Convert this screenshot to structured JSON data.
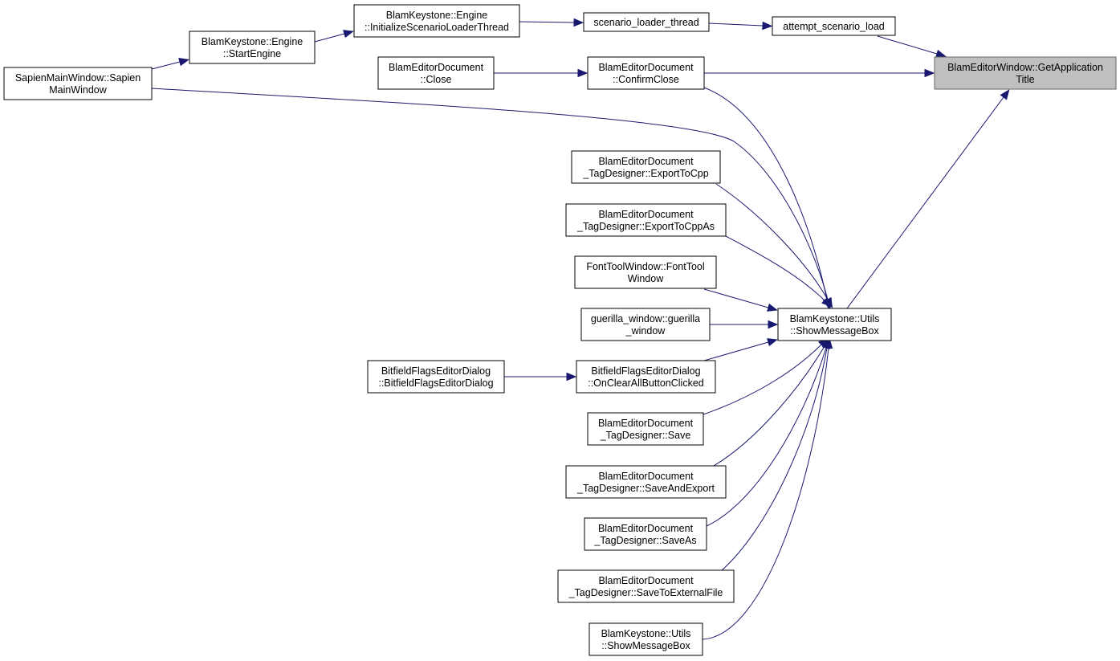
{
  "graph": {
    "colors": {
      "edge": "#191970",
      "node_border": "#000000",
      "highlight_fill": "#bfbfbf",
      "highlight_border": "#666666"
    },
    "nodes": [
      {
        "id": "getapptitle",
        "lines": [
          "BlamEditorWindow::GetApplication",
          "Title"
        ],
        "highlight": true
      },
      {
        "id": "attempt",
        "lines": [
          "attempt_scenario_load"
        ]
      },
      {
        "id": "loaderthread",
        "lines": [
          "scenario_loader_thread"
        ]
      },
      {
        "id": "initloader",
        "lines": [
          "BlamKeystone::Engine",
          "::InitializeScenarioLoaderThread"
        ]
      },
      {
        "id": "startengine",
        "lines": [
          "BlamKeystone::Engine",
          "::StartEngine"
        ]
      },
      {
        "id": "sapienmain",
        "lines": [
          "SapienMainWindow::Sapien",
          "MainWindow"
        ]
      },
      {
        "id": "docclose",
        "lines": [
          "BlamEditorDocument",
          "::Close"
        ]
      },
      {
        "id": "confirmclose",
        "lines": [
          "BlamEditorDocument",
          "::ConfirmClose"
        ]
      },
      {
        "id": "exportcpp",
        "lines": [
          "BlamEditorDocument",
          "_TagDesigner::ExportToCpp"
        ]
      },
      {
        "id": "exportcppas",
        "lines": [
          "BlamEditorDocument",
          "_TagDesigner::ExportToCppAs"
        ]
      },
      {
        "id": "fonttool",
        "lines": [
          "FontToolWindow::FontTool",
          "Window"
        ]
      },
      {
        "id": "guerilla",
        "lines": [
          "guerilla_window::guerilla",
          "_window"
        ]
      },
      {
        "id": "showmsg",
        "lines": [
          "BlamKeystone::Utils",
          "::ShowMessageBox"
        ]
      },
      {
        "id": "bitfielddlg",
        "lines": [
          "BitfieldFlagsEditorDialog",
          "::BitfieldFlagsEditorDialog"
        ]
      },
      {
        "id": "bitfieldclear",
        "lines": [
          "BitfieldFlagsEditorDialog",
          "::OnClearAllButtonClicked"
        ]
      },
      {
        "id": "save",
        "lines": [
          "BlamEditorDocument",
          "_TagDesigner::Save"
        ]
      },
      {
        "id": "saveexport",
        "lines": [
          "BlamEditorDocument",
          "_TagDesigner::SaveAndExport"
        ]
      },
      {
        "id": "saveas",
        "lines": [
          "BlamEditorDocument",
          "_TagDesigner::SaveAs"
        ]
      },
      {
        "id": "saveext",
        "lines": [
          "BlamEditorDocument",
          "_TagDesigner::SaveToExternalFile"
        ]
      },
      {
        "id": "showmsg2",
        "lines": [
          "BlamKeystone::Utils",
          "::ShowMessageBox"
        ]
      }
    ],
    "edges": [
      {
        "from": "attempt",
        "to": "getapptitle"
      },
      {
        "from": "loaderthread",
        "to": "attempt"
      },
      {
        "from": "initloader",
        "to": "loaderthread"
      },
      {
        "from": "startengine",
        "to": "initloader"
      },
      {
        "from": "sapienmain",
        "to": "startengine"
      },
      {
        "from": "confirmclose",
        "to": "getapptitle"
      },
      {
        "from": "docclose",
        "to": "confirmclose"
      },
      {
        "from": "showmsg",
        "to": "getapptitle"
      },
      {
        "from": "confirmclose",
        "to": "showmsg"
      },
      {
        "from": "sapienmain",
        "to": "showmsg"
      },
      {
        "from": "exportcpp",
        "to": "showmsg"
      },
      {
        "from": "exportcppas",
        "to": "showmsg"
      },
      {
        "from": "fonttool",
        "to": "showmsg"
      },
      {
        "from": "guerilla",
        "to": "showmsg"
      },
      {
        "from": "bitfieldclear",
        "to": "showmsg"
      },
      {
        "from": "bitfielddlg",
        "to": "bitfieldclear"
      },
      {
        "from": "save",
        "to": "showmsg"
      },
      {
        "from": "saveexport",
        "to": "showmsg"
      },
      {
        "from": "saveas",
        "to": "showmsg"
      },
      {
        "from": "saveext",
        "to": "showmsg"
      },
      {
        "from": "showmsg2",
        "to": "showmsg"
      }
    ]
  }
}
